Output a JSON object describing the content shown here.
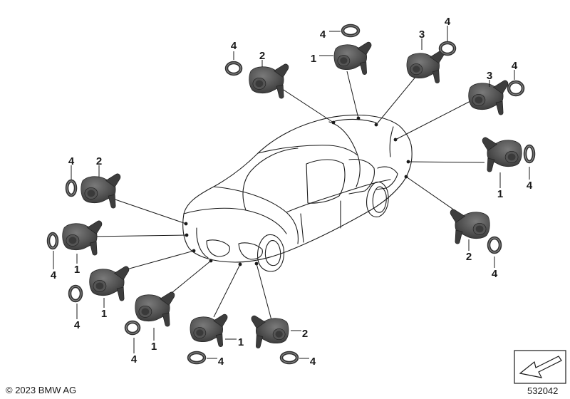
{
  "copyright": "© 2023 BMW AG",
  "diagram_number": "532042",
  "callouts": [
    {
      "id": "c1",
      "text": "4"
    },
    {
      "id": "c2",
      "text": "2"
    },
    {
      "id": "c3",
      "text": "4"
    },
    {
      "id": "c4",
      "text": "1"
    },
    {
      "id": "c5",
      "text": "3"
    },
    {
      "id": "c6",
      "text": "4"
    },
    {
      "id": "c7",
      "text": "3"
    },
    {
      "id": "c8",
      "text": "4"
    },
    {
      "id": "c9",
      "text": "1"
    },
    {
      "id": "c10",
      "text": "4"
    },
    {
      "id": "c11",
      "text": "2"
    },
    {
      "id": "c12",
      "text": "4"
    },
    {
      "id": "c13",
      "text": "4"
    },
    {
      "id": "c14",
      "text": "2"
    },
    {
      "id": "c15",
      "text": "4"
    },
    {
      "id": "c16",
      "text": "1"
    },
    {
      "id": "c17",
      "text": "1"
    },
    {
      "id": "c18",
      "text": "4"
    },
    {
      "id": "c19",
      "text": "1"
    },
    {
      "id": "c20",
      "text": "4"
    },
    {
      "id": "c21",
      "text": "1"
    },
    {
      "id": "c22",
      "text": "4"
    },
    {
      "id": "c23",
      "text": "2"
    },
    {
      "id": "c24",
      "text": "4"
    }
  ],
  "colors": {
    "sensor": "#4a4a4a",
    "line": "#1a1a1a"
  }
}
